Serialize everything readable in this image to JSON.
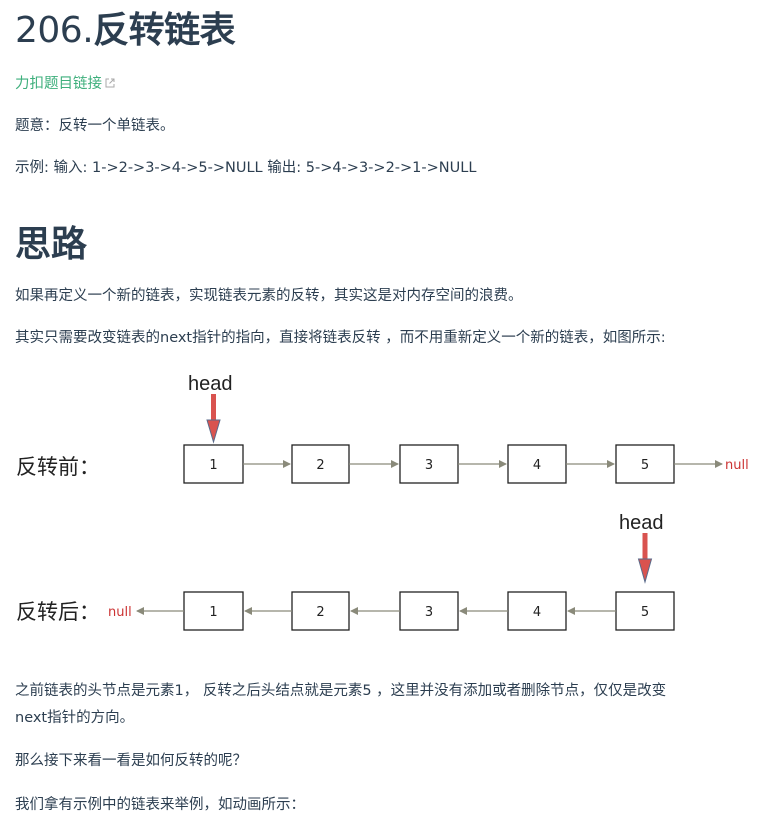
{
  "title": {
    "number": "206.",
    "text": "反转链表"
  },
  "link": {
    "label": "力扣题目链接"
  },
  "paragraphs": {
    "p1": "题意：反转一个单链表。",
    "p2": "示例: 输入: 1->2->3->4->5->NULL 输出: 5->4->3->2->1->NULL",
    "p3": "如果再定义一个新的链表，实现链表元素的反转，其实这是对内存空间的浪费。",
    "p4": "其实只需要改变链表的next指针的指向，直接将链表反转 ，而不用重新定义一个新的链表，如图所示:",
    "p5a": "之前链表的头节点是元素1， 反转之后头结点就是元素5 ，这里并没有添加或者删除节点，仅仅是改变",
    "p5b": "next指针的方向。",
    "p6": "那么接下来看一看是如何反转的呢？",
    "p7": "我们拿有示例中的链表来举例，如动画所示："
  },
  "section": {
    "heading": "思路"
  },
  "diagram": {
    "before_label": "反转前：",
    "after_label": "反转后：",
    "head_label": "head",
    "null_label": "null",
    "nodes": [
      "1",
      "2",
      "3",
      "4",
      "5"
    ],
    "colors": {
      "arrow": "#8a8a7a",
      "head_arrow": "#d9534f",
      "null": "#cc3333"
    }
  }
}
